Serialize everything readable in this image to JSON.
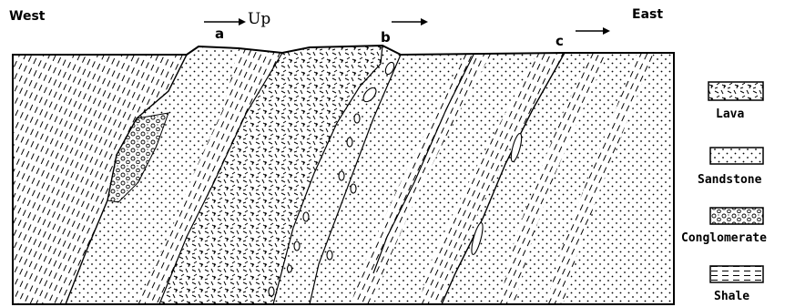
{
  "compass": {
    "west": "West",
    "east": "East"
  },
  "way_up": {
    "label": "Up"
  },
  "points": [
    {
      "label": "a"
    },
    {
      "label": "b"
    },
    {
      "label": "c"
    }
  ],
  "legend": [
    {
      "label": "Lava",
      "pattern": "lava"
    },
    {
      "label": "Sandstone",
      "pattern": "sandstone"
    },
    {
      "label": "Conglomerate",
      "pattern": "conglomerate"
    },
    {
      "label": "Shale",
      "pattern": "shale"
    }
  ],
  "colors": {
    "ink": "#000000",
    "paper": "#ffffff"
  }
}
